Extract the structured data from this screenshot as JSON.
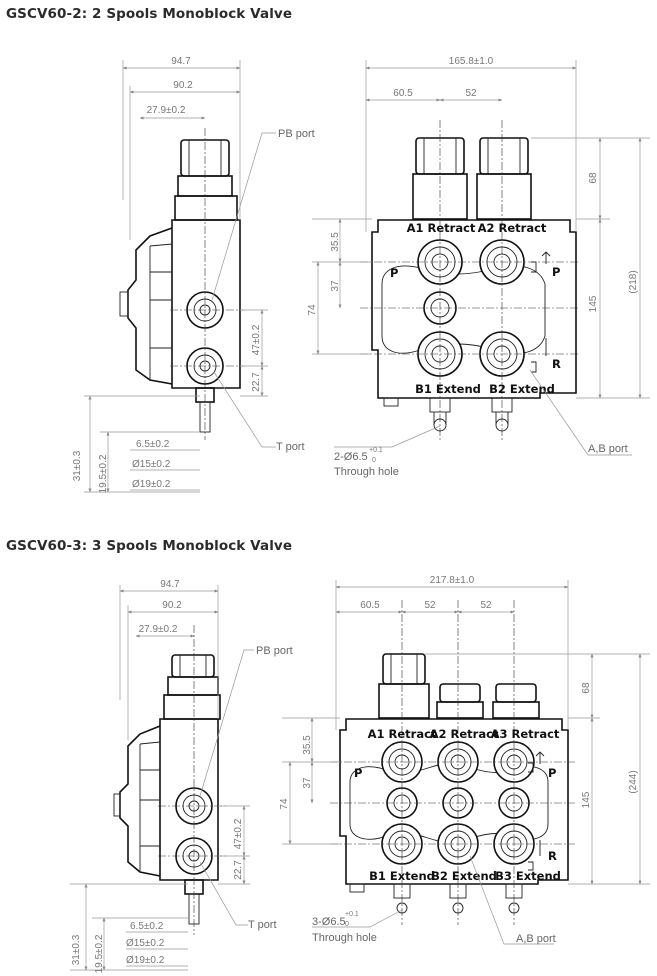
{
  "sections": [
    {
      "title": "GSCV60-2: 2 Spools Monoblock Valve",
      "side": {
        "dims": [
          "94.7",
          "90.2",
          "27.9±0.2",
          "47±0.2",
          "22.7",
          "6.5±0.2",
          "Ø15±0.2",
          "Ø19±0.2",
          "31±0.3",
          "19.5±0.2"
        ],
        "labels": [
          "PB port",
          "T port"
        ]
      },
      "front": {
        "dims": [
          "165.8±1.0",
          "60.5",
          "52",
          "68",
          "35.5",
          "37",
          "74",
          "145",
          "(218)"
        ],
        "port_labels": [
          "A1 Retract",
          "A2 Retract",
          "B1 Extend",
          "B2 Extend",
          "P",
          "P",
          "R"
        ],
        "hole_label": "2-Ø6.5",
        "hole_tol_upper": "+0.1",
        "hole_tol_lower": "0",
        "hole_caption": "Through hole",
        "ab_label": "A,B port"
      }
    },
    {
      "title": "GSCV60-3: 3 Spools Monoblock Valve",
      "side": {
        "dims": [
          "94.7",
          "90.2",
          "27.9±0.2",
          "47±0.2",
          "22.7",
          "6.5±0.2",
          "Ø15±0.2",
          "Ø19±0.2",
          "31±0.3",
          "19.5±0.2"
        ],
        "labels": [
          "PB port",
          "T port"
        ]
      },
      "front": {
        "dims": [
          "217.8±1.0",
          "60.5",
          "52",
          "52",
          "68",
          "35.5",
          "37",
          "74",
          "145",
          "(244)"
        ],
        "port_labels": [
          "A1 Retract",
          "A2 Retract",
          "A3 Retract",
          "B1 Extend",
          "B2 Extend",
          "B3 Extend",
          "P",
          "P",
          "R"
        ],
        "hole_label": "3-Ø6.5",
        "hole_tol_upper": "+0.1",
        "hole_tol_lower": "0",
        "hole_caption": "Through hole",
        "ab_label": "A,B port"
      }
    }
  ]
}
